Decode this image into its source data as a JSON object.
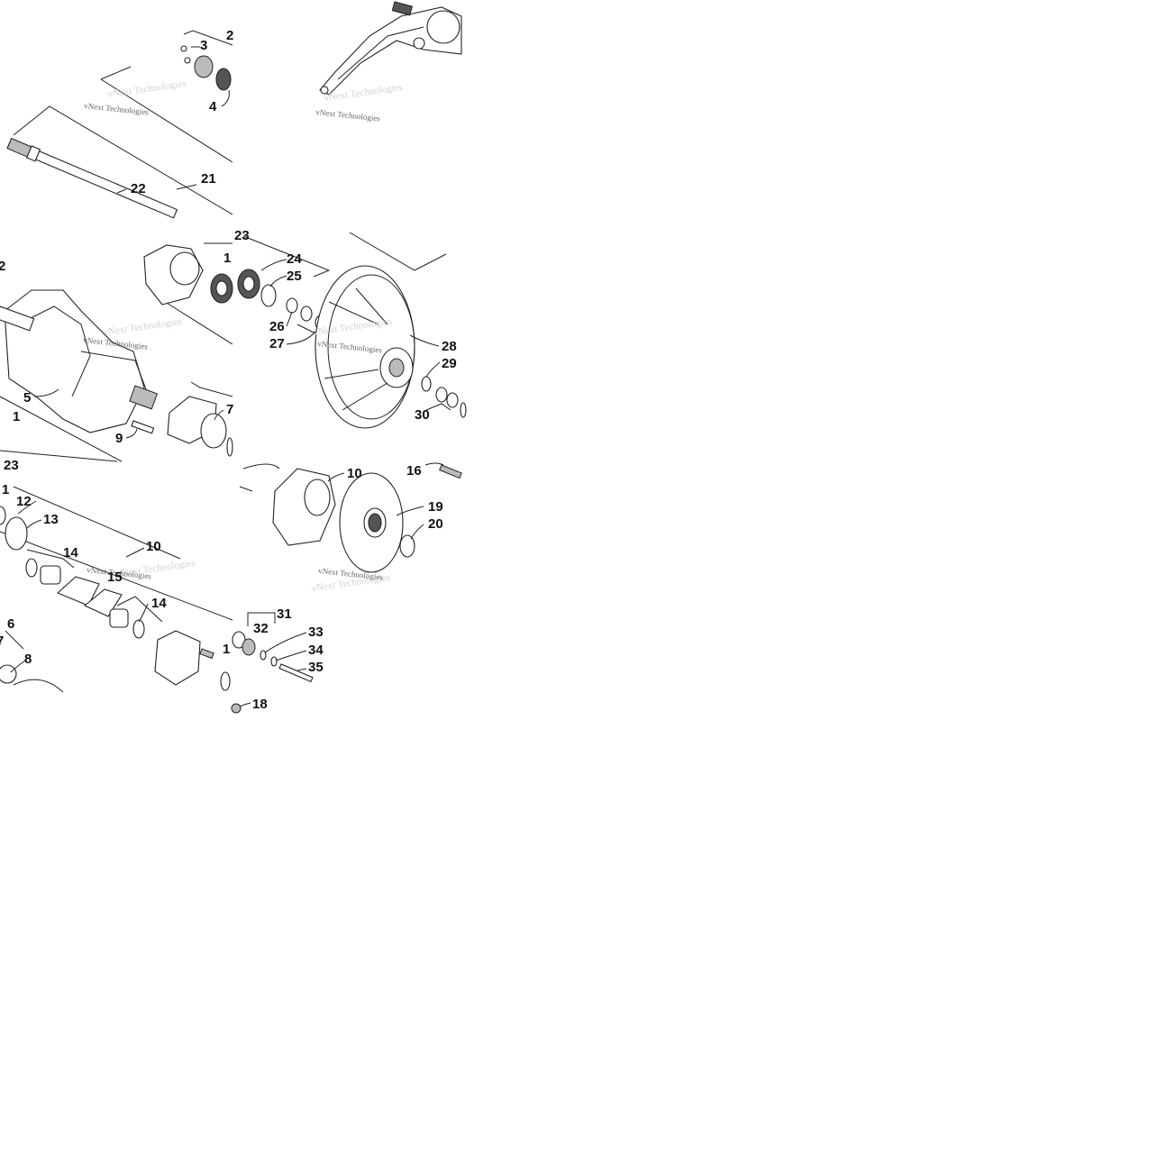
{
  "watermarks": {
    "w1": "vNext Technologies",
    "w2": "vNext Technologies",
    "w3": "vNext Technologies",
    "w4": "vNext Technologies",
    "w5": "vNext Technologies",
    "w6": "vNext Technologies"
  },
  "callouts": {
    "c2_top": "2",
    "c3": "3",
    "c4": "4",
    "c21": "21",
    "c22": "22",
    "c23_top": "23",
    "c2_mid": "2",
    "c5": "5",
    "c1_mid": "1",
    "c9": "9",
    "c7_mid": "7",
    "c1_right": "1",
    "c24": "24",
    "c25": "25",
    "c26": "26",
    "c27": "27",
    "c28": "28",
    "c29": "29",
    "c30": "30",
    "c23_bottom": "23",
    "c1_low": "1",
    "c12": "12",
    "c13": "13",
    "c14_a": "14",
    "c10_left": "10",
    "c15": "15",
    "c14_b": "14",
    "c6": "6",
    "c7_low": "7",
    "c8": "8",
    "c1_small": "1",
    "c10_right": "10",
    "c16": "16",
    "c19": "19",
    "c20": "20",
    "c31": "31",
    "c32": "32",
    "c33": "33",
    "c34": "34",
    "c35": "35",
    "c18": "18"
  }
}
